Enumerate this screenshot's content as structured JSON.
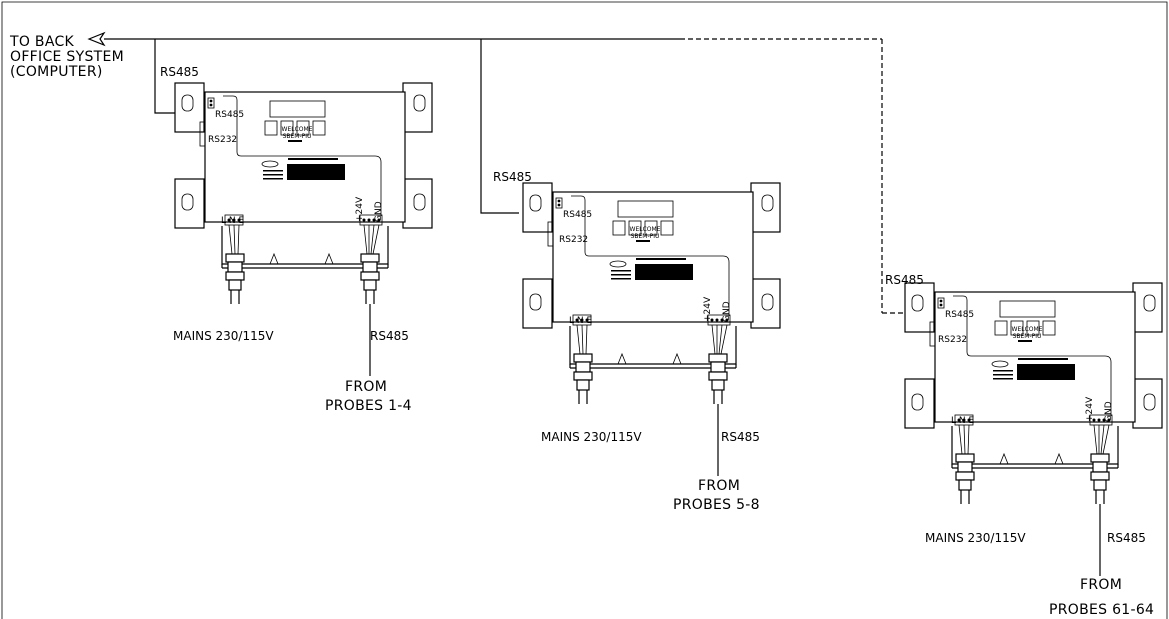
{
  "labels": {
    "to_back_line1": "TO BACK",
    "to_back_line2": "OFFICE SYSTEM",
    "to_back_line3": "(COMPUTER)"
  },
  "units": [
    {
      "rs485_in": "RS485",
      "port_rs485": "RS485",
      "port_rs232": "RS232",
      "screen_line1": "WELCOME",
      "screen_line2": "SBEM-PIU",
      "lne_label": "L N E",
      "power_label": "+24V",
      "gnd_label": "GND",
      "mains_label": "MAINS 230/115V",
      "rs485_out": "RS485",
      "from_label": "FROM",
      "probes_label": "PROBES 1-4"
    },
    {
      "rs485_in": "RS485",
      "port_rs485": "RS485",
      "port_rs232": "RS232",
      "screen_line1": "WELCOME",
      "screen_line2": "SBEM-PIU",
      "lne_label": "L N E",
      "power_label": "+24V",
      "gnd_label": "GND",
      "mains_label": "MAINS 230/115V",
      "rs485_out": "RS485",
      "from_label": "FROM",
      "probes_label": "PROBES 5-8"
    },
    {
      "rs485_in": "RS485",
      "port_rs485": "RS485",
      "port_rs232": "RS232",
      "screen_line1": "WELCOME",
      "screen_line2": "SBEM-PIU",
      "lne_label": "L N E",
      "power_label": "+24V",
      "gnd_label": "GND",
      "mains_label": "MAINS 230/115V",
      "rs485_out": "RS485",
      "from_label": "FROM",
      "probes_label": "PROBES 61-64"
    }
  ]
}
